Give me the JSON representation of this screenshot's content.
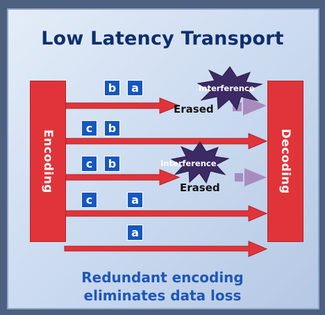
{
  "title": "Low Latency Transport",
  "encoder_label": "Encoding",
  "decoder_label": "Decoding",
  "caption_line1": "Redundant encoding",
  "caption_line2": "eliminates data loss",
  "colors": {
    "background": "#c9d9ef",
    "title": "#0d2f6e",
    "caption": "#1f57b8",
    "bar": "#e0343a",
    "packet": "#1657c0",
    "burst": "#3b2a63",
    "erased_arrowhead": "#a88cc0"
  },
  "packets": {
    "row1": [
      "b",
      "a"
    ],
    "row2": [
      "c",
      "b"
    ],
    "row3": [
      "c",
      "b"
    ],
    "row4": [
      "c",
      "a"
    ],
    "row5": [
      "a"
    ]
  },
  "events": {
    "interference_1": "Interference",
    "erased_1": "Erased",
    "interference_2": "Interference",
    "erased_2": "Erased"
  }
}
